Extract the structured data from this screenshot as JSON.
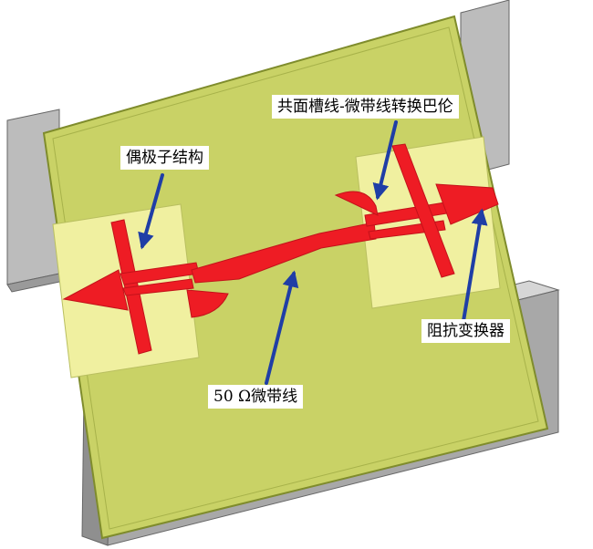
{
  "labels": {
    "dipole": "偶极子结构",
    "balun": "共面槽线-微带线转换巴伦",
    "transformer": "阻抗变换器",
    "microstrip": "50 Ω微带线"
  },
  "colors": {
    "substrate": "#c9d266",
    "substrate_edge": "#7f8c2c",
    "ground_pad": "#f0f0a0",
    "metal_block_front": "#a9a9a9",
    "metal_block_top": "#cfcfcf",
    "conductor": "#ee1c24",
    "arrow": "#1f3ea6",
    "label_bg": "#ffffff",
    "label_text": "#000000"
  }
}
